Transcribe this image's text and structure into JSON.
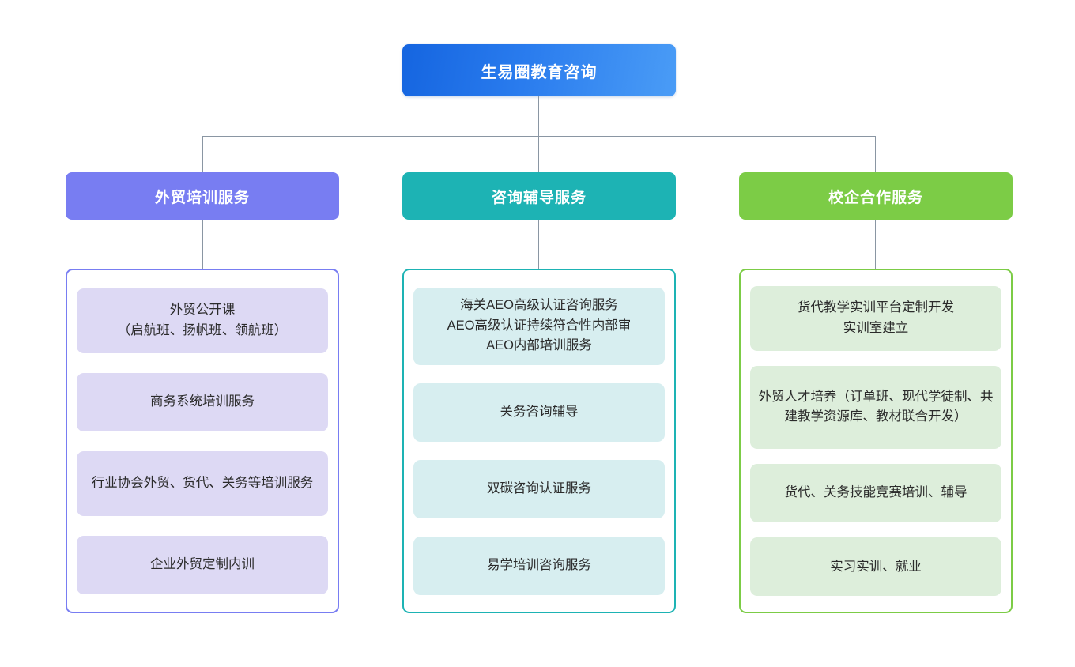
{
  "diagram": {
    "type": "org-tree",
    "title": "生易圈教育咨询",
    "root": {
      "label": "生易圈教育咨询",
      "color": "#1565e0",
      "color_end": "#4a9cf6"
    },
    "connector_color": "#8a96a3",
    "branches": [
      {
        "id": "foreign-trade-training",
        "label": "外贸培训服务",
        "color": "#787df2",
        "card_fill": "#ddd9f4",
        "items": [
          {
            "label": "外贸公开课\n（启航班、扬帆班、领航班）",
            "lines": 2
          },
          {
            "label": "商务系统培训服务",
            "lines": 1
          },
          {
            "label": "行业协会外贸、货代、关务等培训服务",
            "lines": 2
          },
          {
            "label": "企业外贸定制内训",
            "lines": 1
          }
        ]
      },
      {
        "id": "consulting-tutoring",
        "label": "咨询辅导服务",
        "color": "#1db3b4",
        "card_fill": "#d7eef0",
        "items": [
          {
            "label": "海关AEO高级认证咨询服务\nAEO高级认证持续符合性内部审\nAEO内部培训服务",
            "lines": 3
          },
          {
            "label": "关务咨询辅导",
            "lines": 1
          },
          {
            "label": "双碳咨询认证服务",
            "lines": 1
          },
          {
            "label": "易学培训咨询服务",
            "lines": 1
          }
        ]
      },
      {
        "id": "school-enterprise-cooperation",
        "label": "校企合作服务",
        "color": "#7ccc46",
        "card_fill": "#ddeedb",
        "items": [
          {
            "label": "货代教学实训平台定制开发\n实训室建立",
            "lines": 2
          },
          {
            "label": "外贸人才培养（订单班、现代学徒制、共建教学资源库、教材联合开发）",
            "lines": 3
          },
          {
            "label": "货代、关务技能竞赛培训、辅导",
            "lines": 1
          },
          {
            "label": "实习实训、就业",
            "lines": 1
          }
        ]
      }
    ]
  }
}
